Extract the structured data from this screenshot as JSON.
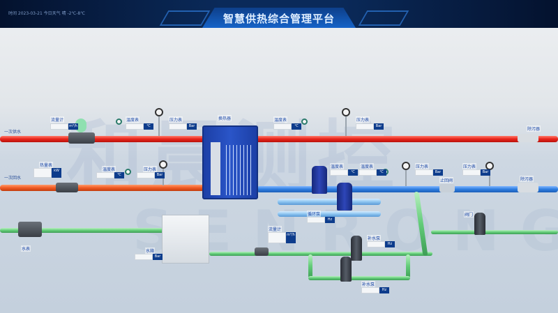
{
  "header": {
    "title": "智慧供热综合管理平台",
    "info": "时间 2023-03-21 今日天气 晴 -2℃-8℃"
  },
  "watermark": {
    "cn": "和晨测控",
    "en": "SENRONG"
  },
  "colors": {
    "supply": "#e8231b",
    "primary_return": "#f05a22",
    "secondary": "#2d7de0",
    "makeup": "#62cc78",
    "header_bg": "#0a2a5a"
  },
  "pipes": {
    "primary_supply": "一次供水",
    "primary_return": "一次回水"
  },
  "labels": {
    "flow_meter_1": "流量计",
    "temp_1": "温度表",
    "pressure_1": "压力表",
    "heat_exchanger": "换热器",
    "temp_2": "温度表",
    "pressure_2": "压力表",
    "flow_meter_2": "热量表",
    "temp_3": "温度表",
    "pressure_3": "压力表",
    "dirt_sep_1": "除污器",
    "temp_4": "温度表",
    "pump_temp": "温度表",
    "pressure_4": "压力表",
    "pressure_5": "压力表",
    "check_valve": "止回阀",
    "dirt_sep_2": "除污器",
    "circ_pump": "循环泵",
    "water_meter": "水表",
    "tank": "水箱",
    "makeup_flow": "流量计",
    "makeup_pump_1": "补水泵",
    "makeup_pump_2": "补水泵",
    "valve": "阀门"
  },
  "units": {
    "temp": "℃",
    "pressure": "Bar",
    "flow": "m³/h",
    "power": "kW",
    "freq": "Hz"
  }
}
